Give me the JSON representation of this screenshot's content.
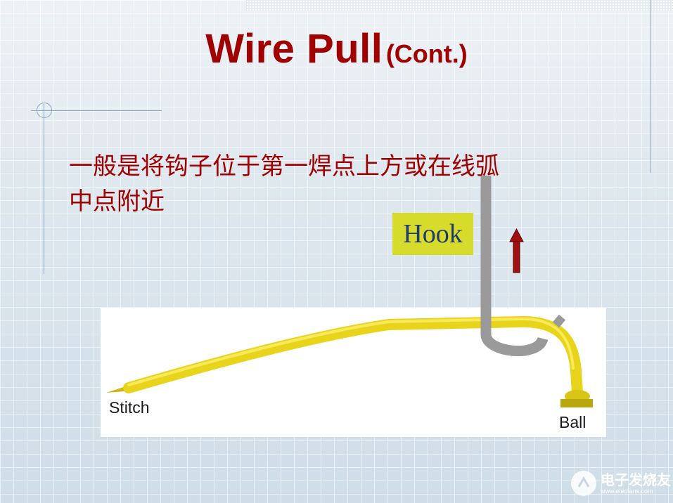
{
  "slide": {
    "title_main": "Wire Pull",
    "title_sub": "(Cont.)",
    "body_line1": "一般是将钩子位于第一焊点上方或在线弧",
    "body_line2": "中点附近"
  },
  "figure": {
    "stitch_label": "Stitch",
    "ball_label": "Ball",
    "hook_label": "Hook",
    "wire_color": "#e8d41a",
    "hook_color": "#9a9a9a",
    "arrow_color": "#a01010",
    "hook_label_bg": "#d7dc2c"
  },
  "watermark": {
    "brand": "电子发烧友",
    "url": "www.elecfans.com"
  }
}
